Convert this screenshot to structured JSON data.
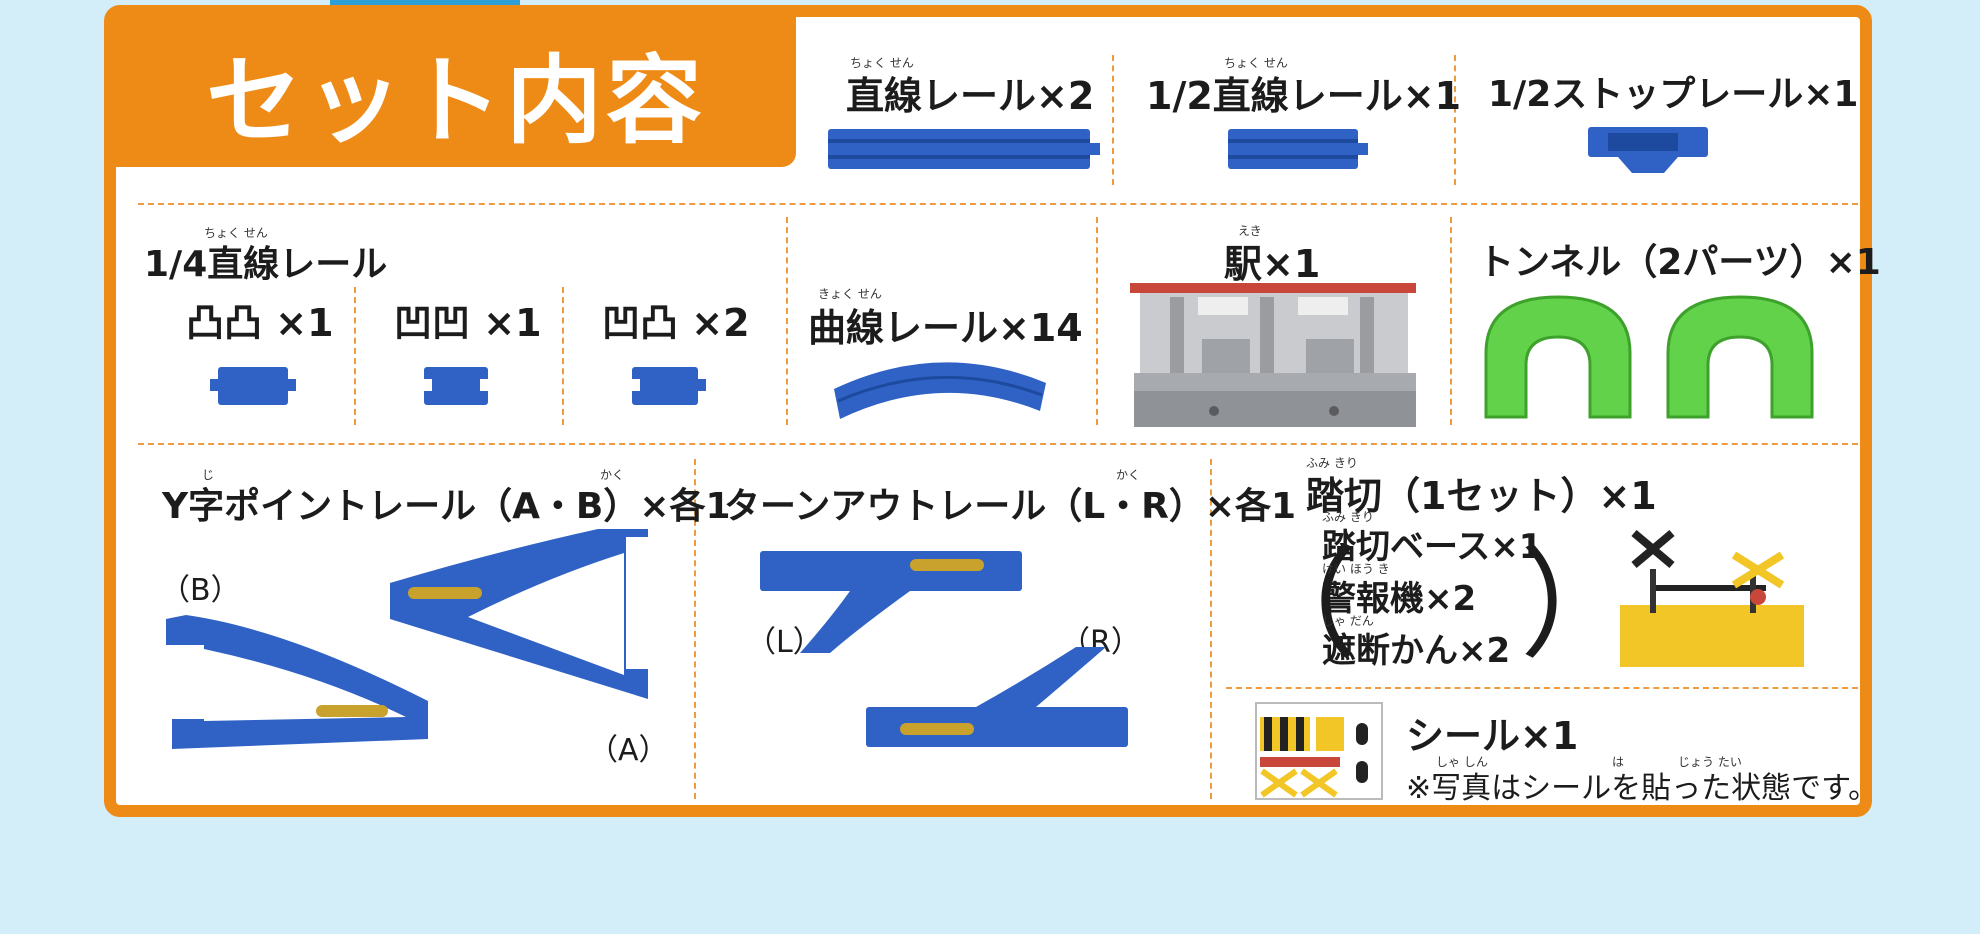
{
  "title": "セット内容",
  "items": {
    "straight": {
      "label": "直線レール",
      "qty": "×2",
      "ruby": "ちょく せん"
    },
    "half_straight": {
      "label": "1/2直線レール",
      "qty": "×1",
      "ruby": "ちょく せん"
    },
    "half_stop": {
      "label": "1/2ストップレール",
      "qty": "×1"
    },
    "quarter": {
      "label": "1/4直線レール",
      "ruby": "ちょく せん",
      "variants": [
        {
          "symbol": "凸凸",
          "qty": "×1"
        },
        {
          "symbol": "凹凹",
          "qty": "×1"
        },
        {
          "symbol": "凹凸",
          "qty": "×2"
        }
      ]
    },
    "curve": {
      "label": "曲線レール",
      "qty": "×14",
      "ruby": "きょく せん"
    },
    "station": {
      "label": "駅",
      "qty": "×1",
      "ruby": "えき"
    },
    "tunnel": {
      "label": "トンネル（2パーツ）",
      "qty": "×1"
    },
    "y_point": {
      "label": "Y字ポイントレール（A・B）",
      "qty": "×各1",
      "ruby_ji": "じ",
      "ruby_kaku": "かく",
      "sub_b": "（B）",
      "sub_a": "（A）"
    },
    "turnout": {
      "label": "ターンアウトレール（L・R）",
      "qty": "×各1",
      "ruby_kaku": "かく",
      "sub_l": "（L）",
      "sub_r": "（R）"
    },
    "crossing": {
      "label": "踏切（1セット）",
      "qty": "×1",
      "ruby": "ふみ きり",
      "parts": [
        {
          "label": "踏切ベース",
          "qty": "×1",
          "ruby": "ふみ きり"
        },
        {
          "label": "警報機",
          "qty": "×2",
          "ruby": "けい ほう き"
        },
        {
          "label": "遮断かん",
          "qty": "×2",
          "ruby": "しゃ だん"
        }
      ],
      "paren_open": "（",
      "paren_close": "）"
    },
    "sticker": {
      "label": "シール",
      "qty": "×1",
      "note": "※写真はシールを貼った状態です。",
      "note_ruby": [
        "しゃ しん",
        "は",
        "じょう たい"
      ]
    }
  },
  "colors": {
    "accent": "#ee8a16",
    "rail_blue": "#2f62c4",
    "tunnel_green": "#62d24a",
    "background": "#d4eef9",
    "base_yellow": "#f2c627",
    "station_gray": "#a7aaae",
    "station_roof": "#c8473a"
  }
}
